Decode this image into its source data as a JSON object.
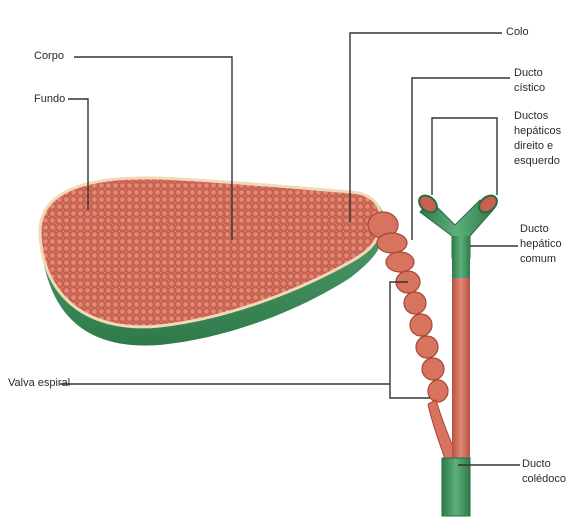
{
  "labels": {
    "corpo": "Corpo",
    "fundo": "Fundo",
    "colo": "Colo",
    "ducto_cistico": [
      "Ducto",
      "cístico"
    ],
    "ductos_hepaticos": [
      "Ductos",
      "hepáticos",
      "direito e",
      "esquerdo"
    ],
    "ducto_hepatico_comum": [
      "Ducto",
      "hepático",
      "comum"
    ],
    "valva_espiral": "Valva espiral",
    "ducto_coledoco": [
      "Ducto",
      "colédoco"
    ]
  },
  "colors": {
    "tissue": "#c8604f",
    "tissue_light": "#e08a78",
    "duct_green": "#3f8f5c",
    "outline_cream": "#f1d9b8",
    "leader": "#333333"
  }
}
